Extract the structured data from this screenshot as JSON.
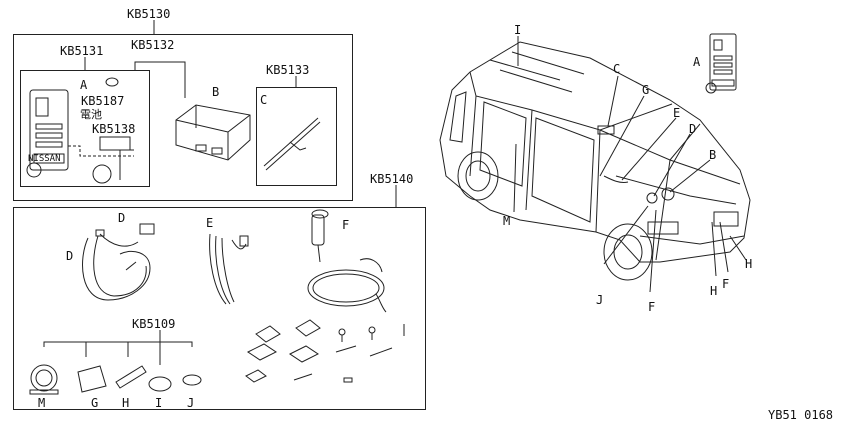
{
  "groups": {
    "kb5130": "KB5130",
    "kb5131": "KB5131",
    "kb5132": "KB5132",
    "kb5133": "KB5133",
    "kb5187": "KB5187",
    "battery_note": "電池",
    "kb5138": "KB5138",
    "kb5140": "KB5140",
    "kb5109": "KB5109"
  },
  "parts": {
    "A": "A",
    "B": "B",
    "C": "C",
    "D": "D",
    "E": "E",
    "F": "F",
    "G": "G",
    "H": "H",
    "I": "I",
    "J": "J",
    "M": "M"
  },
  "remote_brand": "NISSAN",
  "diagram_code": "YB51 0168"
}
